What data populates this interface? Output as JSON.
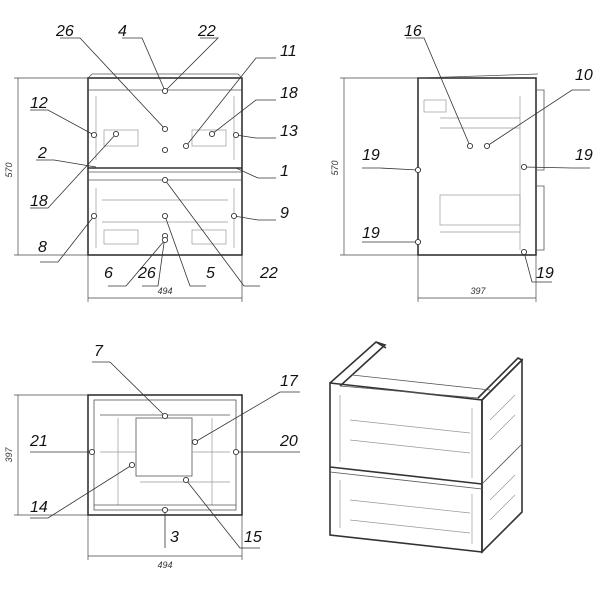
{
  "front_view": {
    "height": "570",
    "width": "494",
    "callouts": {
      "c26a": "26",
      "c4": "4",
      "c22a": "22",
      "c11": "11",
      "c18a": "18",
      "c13": "13",
      "c12": "12",
      "c2": "2",
      "c18b": "18",
      "c1": "1",
      "c9": "9",
      "c8": "8",
      "c6": "6",
      "c26b": "26",
      "c5": "5",
      "c22b": "22"
    }
  },
  "side_view": {
    "height": "570",
    "depth": "397",
    "callouts": {
      "c16": "16",
      "c10": "10",
      "c19a": "19",
      "c19b": "19",
      "c19c": "19",
      "c19d": "19"
    }
  },
  "top_view": {
    "depth": "397",
    "width": "494",
    "callouts": {
      "c7": "7",
      "c17": "17",
      "c21": "21",
      "c20": "20",
      "c14": "14",
      "c3": "3",
      "c15": "15"
    }
  }
}
